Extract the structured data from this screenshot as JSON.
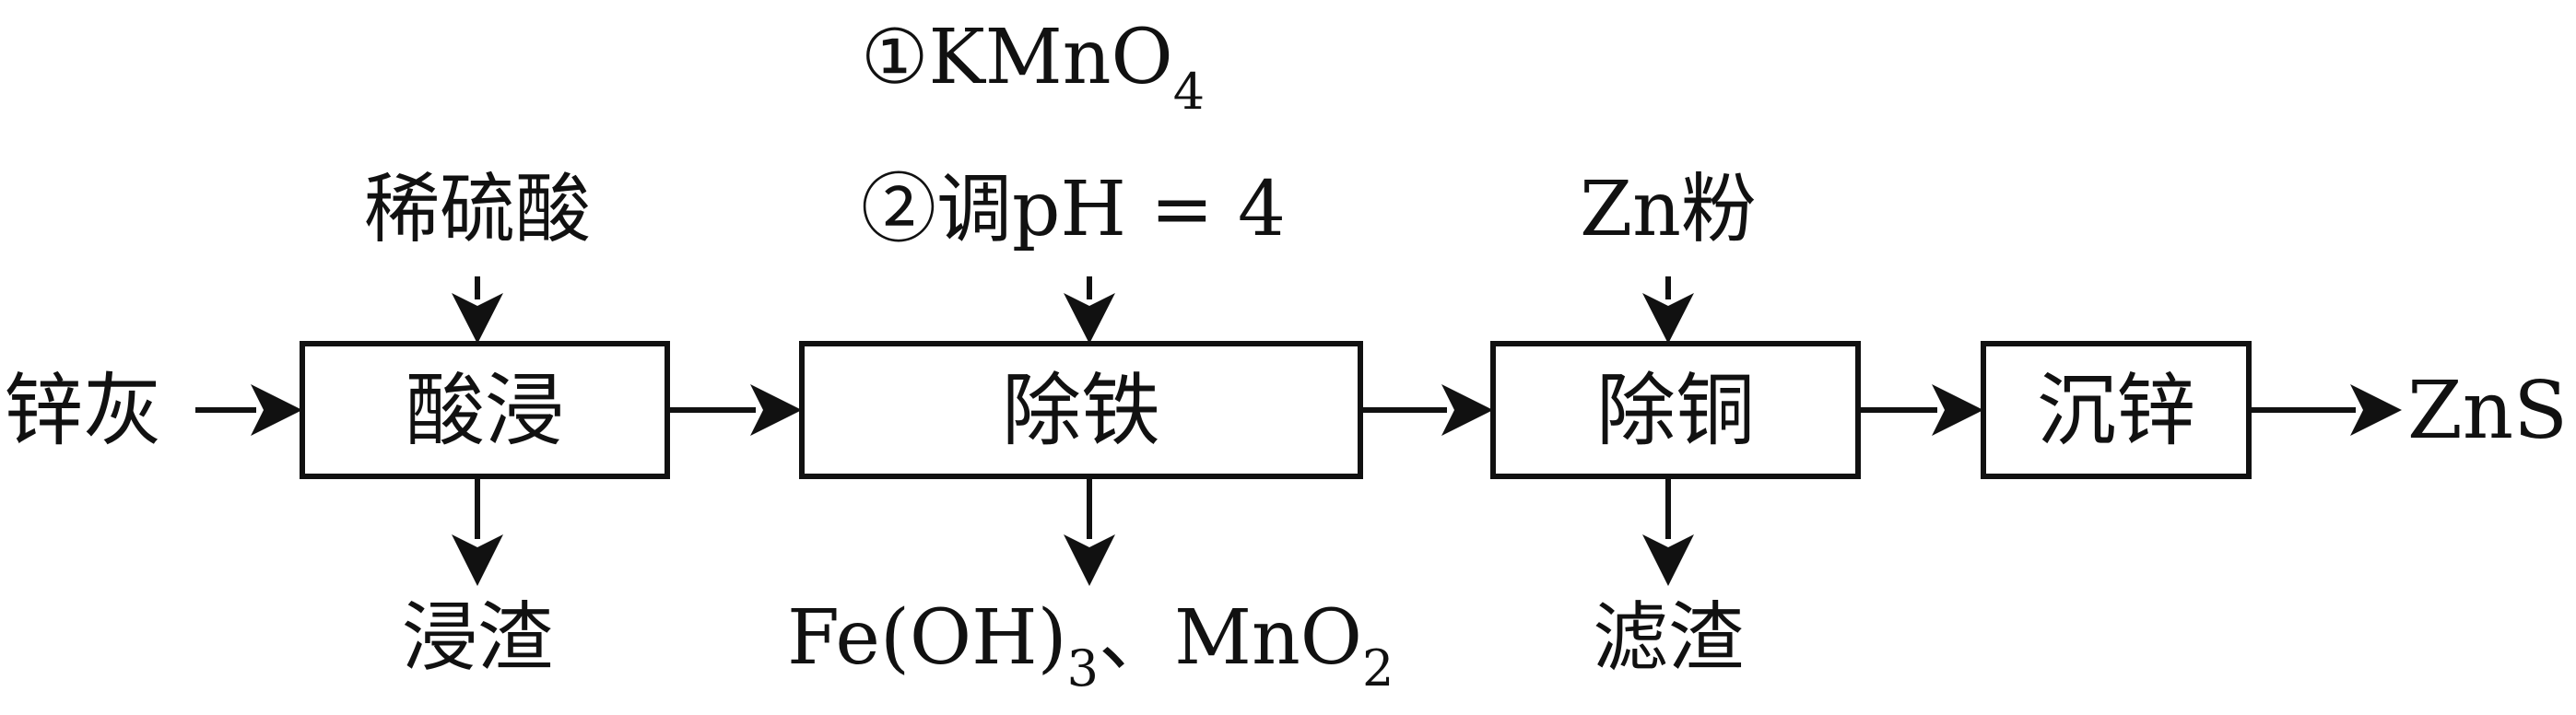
{
  "feed": {
    "raw_material": "锌灰",
    "leach_reagent": "稀硫酸",
    "fe_reagent_1": "①KMnO",
    "fe_reagent_1_sub": "4",
    "fe_reagent_2": "②调pH = 4",
    "cu_reagent": "Zn粉"
  },
  "steps": {
    "leach": "酸浸",
    "iron_removal": "除铁",
    "copper_removal": "除铜",
    "zinc_precipitation": "沉锌"
  },
  "outputs": {
    "leach_residue": "浸渣",
    "fe_solid_a": "Fe(OH)",
    "fe_solid_a_sub": "3",
    "fe_separator": "、",
    "fe_solid_b": "MnO",
    "fe_solid_b_sub": "2",
    "filter_residue": "滤渣",
    "product": "ZnS"
  },
  "colors": {
    "stroke": "#111111",
    "background": "#ffffff"
  }
}
